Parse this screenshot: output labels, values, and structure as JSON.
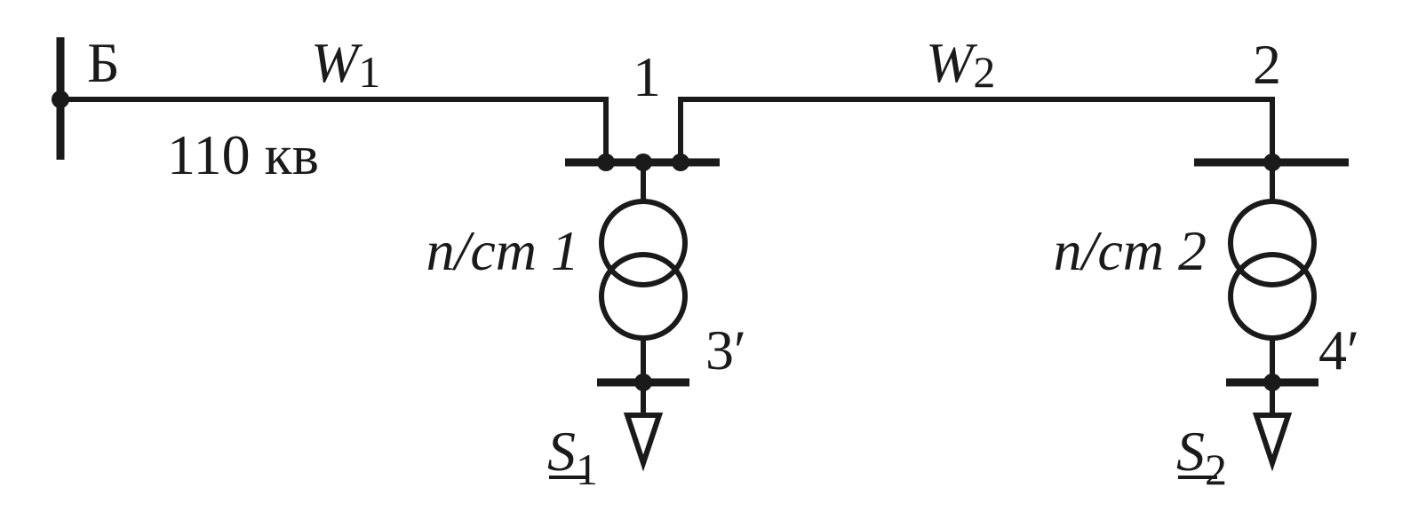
{
  "diagram": {
    "source_bus_label": "Б",
    "voltage_label": "110 кв",
    "line1": {
      "letter": "W",
      "index": "1"
    },
    "line2": {
      "letter": "W",
      "index": "2"
    },
    "node1_label": "1",
    "node2_label": "2",
    "substation1_label": "п/ст 1",
    "substation2_label": "п/ст 2",
    "lv_bus1_label": "3′",
    "lv_bus2_label": "4′",
    "load1": {
      "letter": "S",
      "index": "1"
    },
    "load2": {
      "letter": "S",
      "index": "2"
    }
  }
}
